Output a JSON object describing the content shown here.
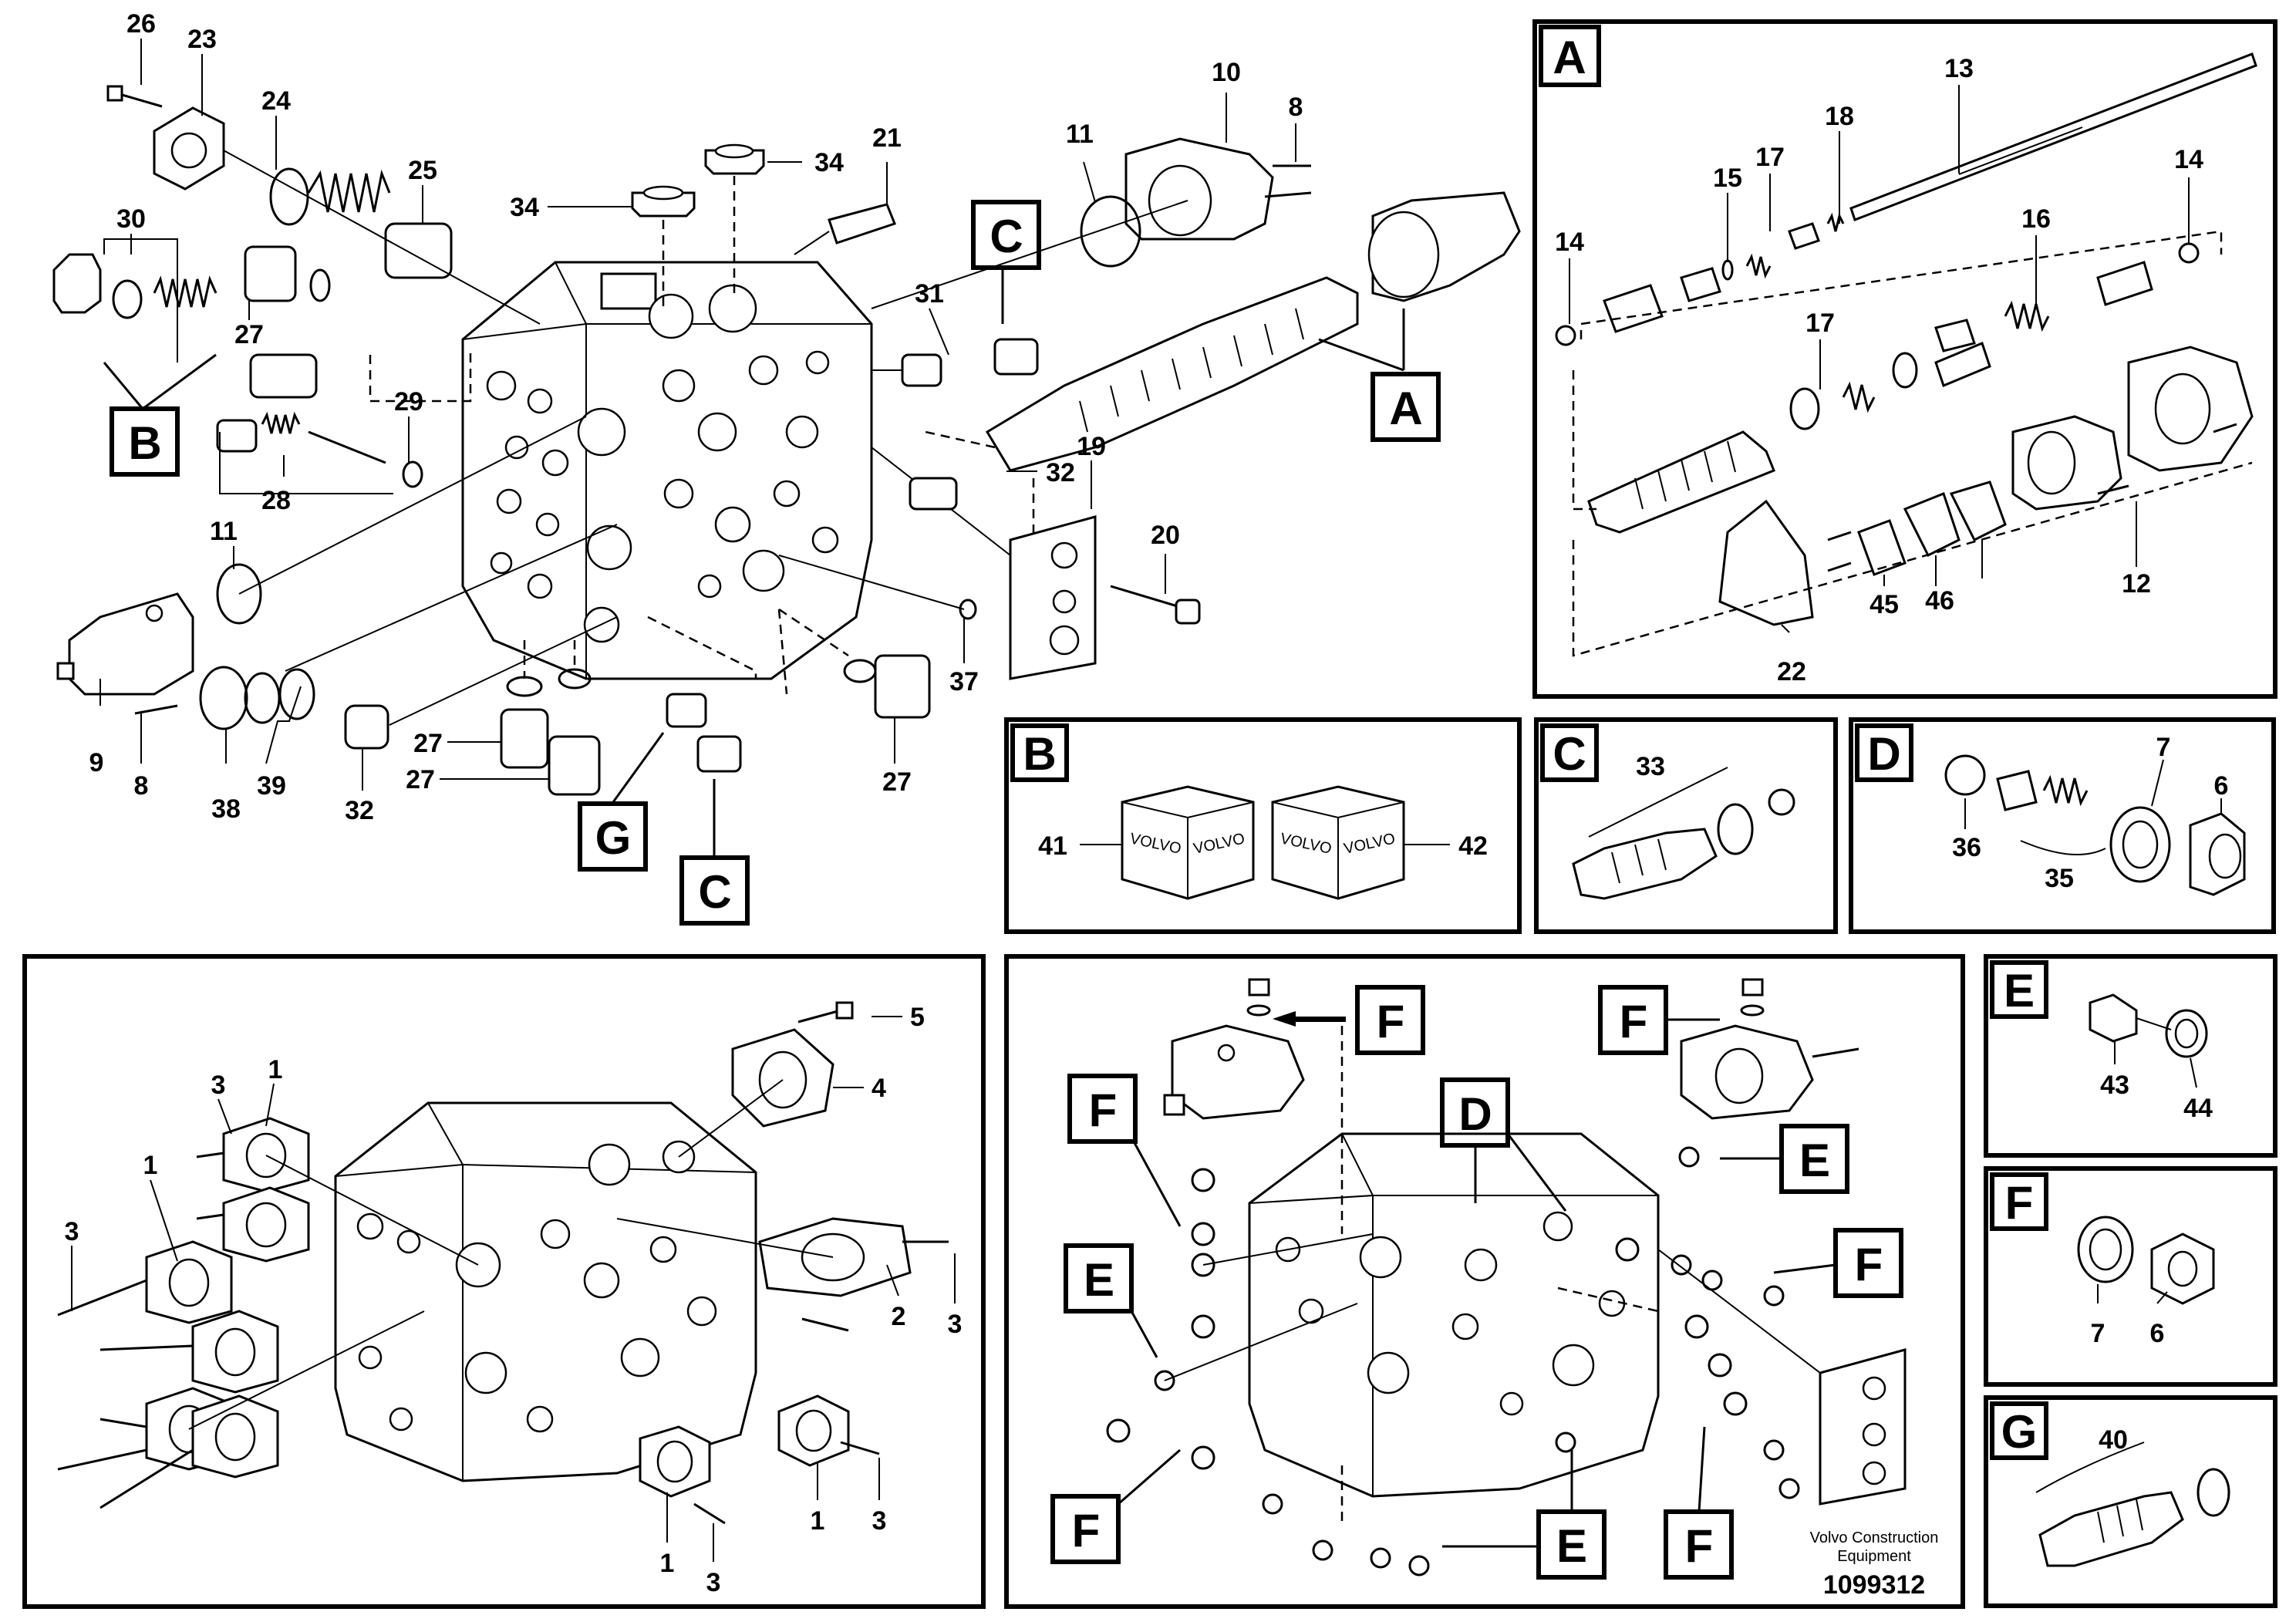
{
  "callouts_main": {
    "c26": "26",
    "c23": "23",
    "c24": "24",
    "c25": "25",
    "c30": "30",
    "c27a": "27",
    "c28": "28",
    "c29": "29",
    "c11a": "11",
    "c9": "9",
    "c8a": "8",
    "c38": "38",
    "c39": "39",
    "c32a": "32",
    "c27b": "27",
    "c27c": "27",
    "c34a": "34",
    "c34b": "34",
    "c21": "21",
    "c31": "31",
    "c11b": "11",
    "c10": "10",
    "c8b": "8",
    "c32b": "32",
    "c19": "19",
    "c20": "20",
    "c37": "37",
    "c27d": "27"
  },
  "letters_main": {
    "B": "B",
    "C1": "C",
    "A": "A",
    "G": "G",
    "C2": "C"
  },
  "detail_A": {
    "letter": "A",
    "callouts": {
      "c13": "13",
      "c18": "18",
      "c15": "15",
      "c17a": "17",
      "c14a": "14",
      "c14b": "14",
      "c16": "16",
      "c17b": "17",
      "c12": "12",
      "c45": "45",
      "c46": "46",
      "c22": "22"
    }
  },
  "detail_B": {
    "letter": "B",
    "c41": "41",
    "c42": "42",
    "brand": "VOLVO"
  },
  "detail_C": {
    "letter": "C",
    "c33": "33"
  },
  "detail_D": {
    "letter": "D",
    "c7": "7",
    "c6": "6",
    "c36": "36",
    "c35": "35"
  },
  "flanges": {
    "c5": "5",
    "c4": "4",
    "c3a": "3",
    "c1a": "1",
    "c1b": "1",
    "c3b": "3",
    "c2": "2",
    "c3c": "3",
    "c1c": "1",
    "c3d": "3",
    "c1d": "1",
    "c3e": "3"
  },
  "plugs_view": {
    "F": "F",
    "E": "E",
    "D": "D"
  },
  "detail_E": {
    "letter": "E",
    "c43": "43",
    "c44": "44"
  },
  "detail_F": {
    "letter": "F",
    "c7": "7",
    "c6": "6"
  },
  "detail_G": {
    "letter": "G",
    "c40": "40"
  },
  "footer": {
    "company_line1": "Volvo Construction",
    "company_line2": "Equipment",
    "doc_number": "1099312"
  }
}
